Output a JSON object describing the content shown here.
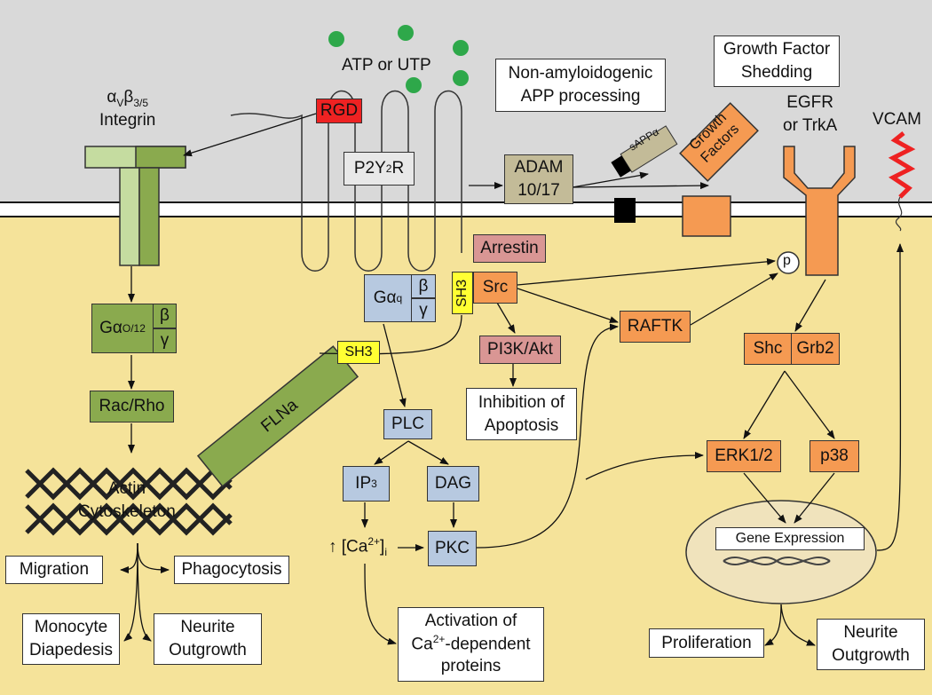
{
  "nucleotide": "ATP or UTP",
  "integrin": {
    "alpha": "α",
    "alpha_sub": "V",
    "beta": "β",
    "beta_sub": "3/5",
    "name": "Integrin"
  },
  "rgd": "RGD",
  "p2y2r": {
    "p": "P2Y",
    "sub": "2",
    "r": "R"
  },
  "adam": "ADAM\n10/17",
  "non_amyloid": "Non-amyloidogenic\nAPP processing",
  "sapp": "sAPPα",
  "growth_factors": "Growth\nFactors",
  "gf_shedding": "Growth Factor\nShedding",
  "egfr": "EGFR\nor TrkA",
  "vcam": "VCAM",
  "arrestin": "Arrestin",
  "sh3": "SH3",
  "src": "Src",
  "p_label": "p",
  "galpha_q": {
    "g": "Gα",
    "sub": "q"
  },
  "beta": "β",
  "gamma": "γ",
  "galpha_o12": {
    "g": "Gα",
    "sub": "O/12"
  },
  "rac_rho": "Rac/Rho",
  "flna": "FLNa",
  "actin": "Actin\nCytoskeleton",
  "pi3k": "PI3K/Akt",
  "inhibition": "Inhibition of\nApoptosis",
  "raftk": "RAFTK",
  "shc": "Shc",
  "grb2": "Grb2",
  "plc": "PLC",
  "ip3": {
    "t": "IP",
    "sub": "3"
  },
  "dag": "DAG",
  "calcium": {
    "arrow": "↑",
    "pre": "[Ca",
    "sup": "2+",
    "post": "]",
    "sub": "i"
  },
  "pkc": "PKC",
  "erk": "ERK1/2",
  "p38": "p38",
  "gene_expr": "Gene Expression",
  "migration": "Migration",
  "phagocytosis": "Phagocytosis",
  "monocyte": "Monocyte\nDiapedesis",
  "neurite1": "Neurite\nOutgrowth",
  "activation": {
    "l1": "Activation of",
    "l2a": "Ca",
    "l2sup": "2+",
    "l2b": "-dependent",
    "l3": "proteins"
  },
  "proliferation": "Proliferation",
  "neurite2": "Neurite\nOutgrowth",
  "colors": {
    "extracellular": "#d9d9d9",
    "cytoplasm": "#f5e39a",
    "green": "#8aaa4e",
    "blue": "#b7c9e0",
    "orange": "#f59a52",
    "pink": "#d99694",
    "yellow": "#ffff33",
    "red": "#ee2222",
    "dots": "#2ea84a"
  }
}
